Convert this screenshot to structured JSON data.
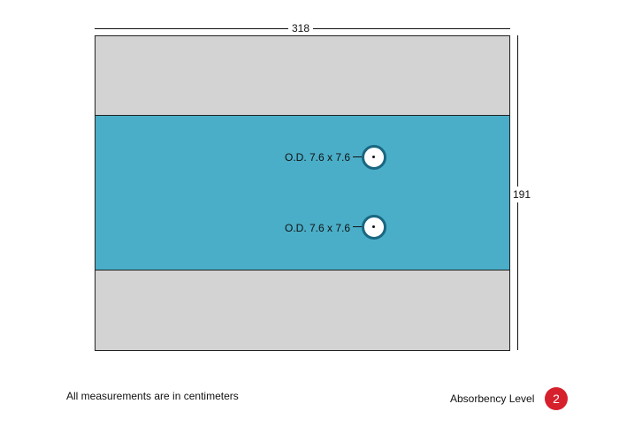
{
  "dimensions": {
    "width": "318",
    "height": "191"
  },
  "ports": [
    {
      "label": "O.D. 7.6 x 7.6"
    },
    {
      "label": "O.D. 7.6 x 7.6"
    }
  ],
  "colors": {
    "product_body": "#d3d3d3",
    "absorbent_band": "#4aaec8",
    "port_ring": "#1a6680",
    "badge": "#d6202c"
  },
  "footer": {
    "note": "All measurements are in centimeters",
    "absorbency_label": "Absorbency Level",
    "absorbency_value": "2"
  }
}
